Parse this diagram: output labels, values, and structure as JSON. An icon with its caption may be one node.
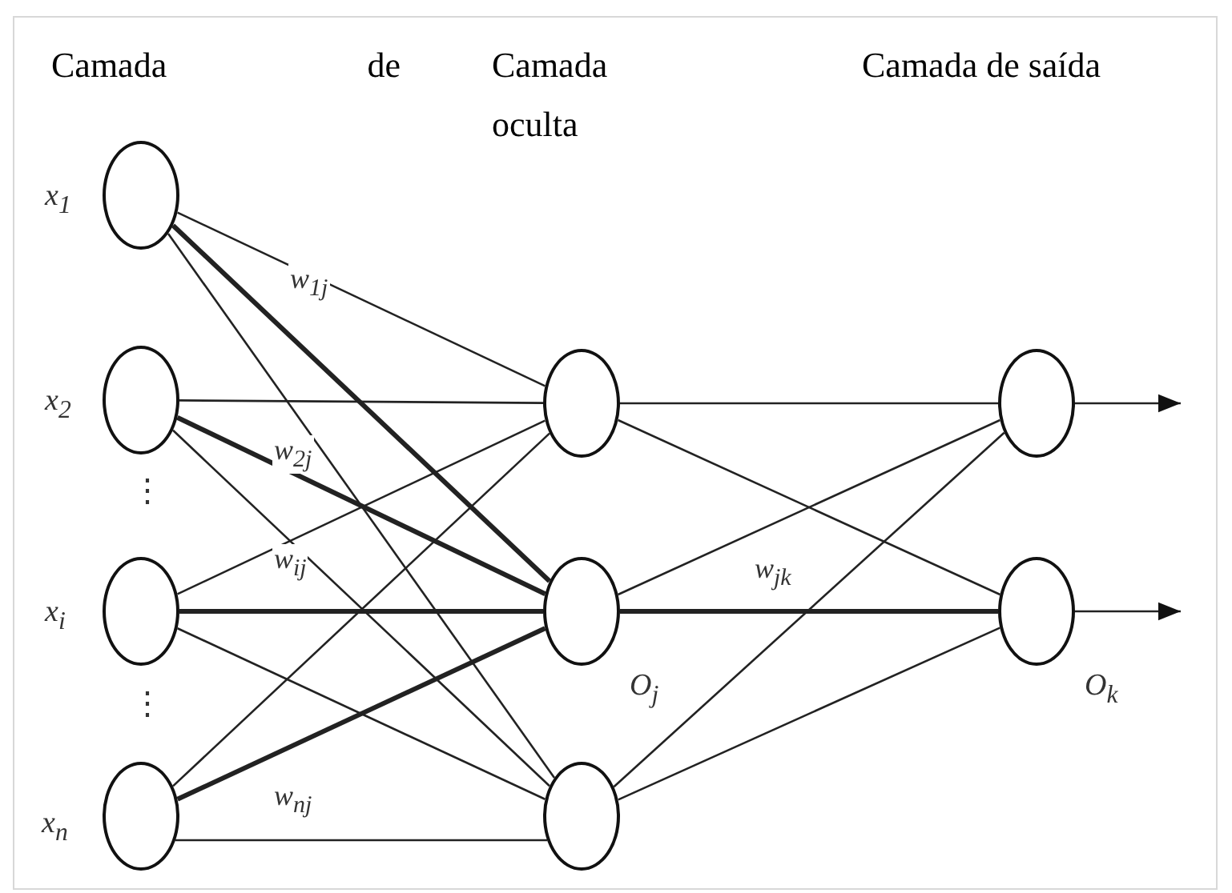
{
  "diagram": {
    "nodes": [
      {
        "text": [],
        "shape": "circle",
        "beside": [
          "x$_{1}$"
        ]
      },
      {
        "text": [],
        "shape": "circle",
        "beside": [
          "x$_{2}$"
        ]
      },
      {
        "text": [],
        "shape": "circle",
        "beside": [
          "x$_{i}$"
        ]
      },
      {
        "text": [],
        "shape": "circle",
        "beside": [
          "x$_{n}$"
        ]
      },
      {
        "text": [],
        "shape": "circle"
      },
      {
        "text": [],
        "shape": "circle",
        "beside": [
          "O$_{j}$"
        ]
      },
      {
        "text": [],
        "shape": "circle"
      },
      {
        "text": [],
        "shape": "circle"
      },
      {
        "text": [],
        "shape": "circle",
        "beside": [
          "O$_{k}$"
        ]
      }
    ],
    "edges": [
      {
        "from": 0,
        "to": 4,
        "arrow": "none"
      },
      {
        "from": 0,
        "to": 5,
        "arrow": "none",
        "style": "thick",
        "label": "w$_{1j}$"
      },
      {
        "from": 0,
        "to": 6,
        "arrow": "none"
      },
      {
        "from": 1,
        "to": 4,
        "arrow": "none"
      },
      {
        "from": 1,
        "to": 5,
        "arrow": "none",
        "style": "thick",
        "label": "w$_{2j}$"
      },
      {
        "from": 1,
        "to": 6,
        "arrow": "none"
      },
      {
        "from": 2,
        "to": 4,
        "arrow": "none"
      },
      {
        "from": 2,
        "to": 5,
        "arrow": "none",
        "style": "thick",
        "label": "w$_{ij}$"
      },
      {
        "from": 2,
        "to": 6,
        "arrow": "none"
      },
      {
        "from": 3,
        "to": 4,
        "arrow": "none"
      },
      {
        "from": 3,
        "to": 5,
        "arrow": "none",
        "style": "thick"
      },
      {
        "from": 3,
        "to": 6,
        "arrow": "none",
        "label": "w$_{nj}$"
      },
      {
        "from": 4,
        "to": 7,
        "arrow": "none"
      },
      {
        "from": 4,
        "to": 8,
        "arrow": "none"
      },
      {
        "from": 5,
        "to": 7,
        "arrow": "none"
      },
      {
        "from": 5,
        "to": 8,
        "arrow": "none",
        "style": "thick",
        "label": "w$_{jk}$"
      },
      {
        "from": 6,
        "to": 7,
        "arrow": "none"
      },
      {
        "from": 6,
        "to": 8,
        "arrow": "none"
      },
      {
        "from": 7,
        "to": null,
        "arrow": "to"
      },
      {
        "from": 8,
        "to": null,
        "arrow": "to"
      }
    ],
    "labels": [
      "Camada de",
      "Camada oculta",
      "Camada de saída",
      "⋮",
      "⋮"
    ]
  }
}
